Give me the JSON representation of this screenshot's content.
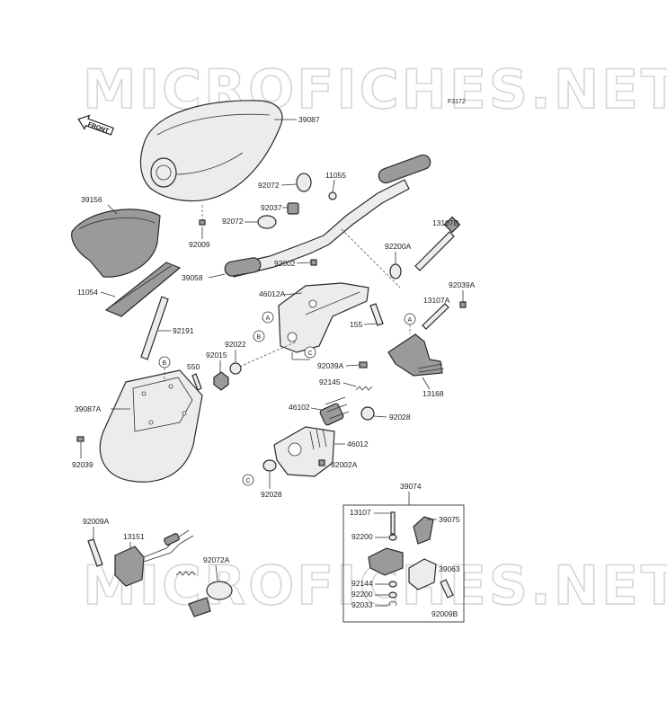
{
  "watermarks": [
    "MICROFICHES.NET",
    "MICROFICHES.NET"
  ],
  "figure_code": "F3172",
  "front_label": "FRONT",
  "circle_refs": {
    "a": "A",
    "b": "B",
    "c": "C"
  },
  "labels": {
    "p39087": "39087",
    "p39156": "39156",
    "p92009": "92009",
    "p11054": "11054",
    "p92191": "92191",
    "p39087A": "39087A",
    "p92039": "92039",
    "p92072_top": "92072",
    "p92037": "92037",
    "p92072_mid": "92072",
    "p11055": "11055",
    "p13107B": "13107B",
    "p92200A": "92200A",
    "p92039A": "92039A",
    "p13107A": "13107A",
    "p92002": "92002",
    "p39058": "39058",
    "p46012A": "46012A",
    "p155": "155",
    "p92022": "92022",
    "p92015": "92015",
    "p550": "550",
    "p92039A_mid": "92039A",
    "p92145": "92145",
    "p13168": "13168",
    "p46102": "46102",
    "p92028_right": "92028",
    "p46012": "46012",
    "p92002A": "92002A",
    "p92028_left": "92028",
    "p39074": "39074",
    "p13107": "13107",
    "p39075": "39075",
    "p92200_a": "92200",
    "p39063": "39063",
    "p92144": "92144",
    "p92200_b": "92200",
    "p92033": "92033",
    "p92009B": "92009B",
    "p92009A": "92009A",
    "p13151": "13151",
    "p92072A": "92072A"
  }
}
